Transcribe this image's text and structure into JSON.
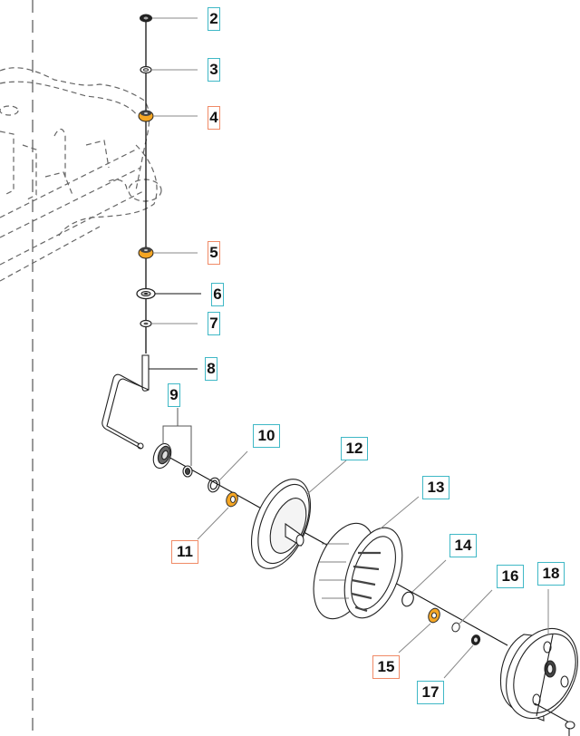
{
  "diagram": {
    "title": "Wheel assembly exploded parts view",
    "colors": {
      "callout_border_standard": "#3fb8c6",
      "callout_border_highlight": "#f08a66",
      "highlight_part_fill": "#f5a623",
      "line": "#111111",
      "leader": "#888888",
      "reference_dashed": "#555555"
    },
    "callouts": [
      {
        "id": "2",
        "label": "2",
        "highlight": false
      },
      {
        "id": "3",
        "label": "3",
        "highlight": false
      },
      {
        "id": "4",
        "label": "4",
        "highlight": true
      },
      {
        "id": "5",
        "label": "5",
        "highlight": true
      },
      {
        "id": "6",
        "label": "6",
        "highlight": false
      },
      {
        "id": "7",
        "label": "7",
        "highlight": false
      },
      {
        "id": "8",
        "label": "8",
        "highlight": false
      },
      {
        "id": "9",
        "label": "9",
        "highlight": false
      },
      {
        "id": "10",
        "label": "10",
        "highlight": false
      },
      {
        "id": "11",
        "label": "11",
        "highlight": true
      },
      {
        "id": "12",
        "label": "12",
        "highlight": false
      },
      {
        "id": "13",
        "label": "13",
        "highlight": false
      },
      {
        "id": "14",
        "label": "14",
        "highlight": false
      },
      {
        "id": "15",
        "label": "15",
        "highlight": true
      },
      {
        "id": "16",
        "label": "16",
        "highlight": false
      },
      {
        "id": "17",
        "label": "17",
        "highlight": false
      },
      {
        "id": "18",
        "label": "18",
        "highlight": false
      }
    ],
    "parts": [
      {
        "callout": "2",
        "name": "top nut"
      },
      {
        "callout": "3",
        "name": "small washer"
      },
      {
        "callout": "4",
        "name": "bearing"
      },
      {
        "callout": "5",
        "name": "bearing"
      },
      {
        "callout": "6",
        "name": "washer"
      },
      {
        "callout": "7",
        "name": "small washer"
      },
      {
        "callout": "8",
        "name": "wheel axle arm"
      },
      {
        "callout": "9",
        "name": "hub and bushing set"
      },
      {
        "callout": "10",
        "name": "spacer ring"
      },
      {
        "callout": "11",
        "name": "bearing"
      },
      {
        "callout": "12",
        "name": "wheel rim"
      },
      {
        "callout": "13",
        "name": "tire"
      },
      {
        "callout": "14",
        "name": "retaining ring"
      },
      {
        "callout": "15",
        "name": "bearing"
      },
      {
        "callout": "16",
        "name": "washer"
      },
      {
        "callout": "17",
        "name": "nut"
      },
      {
        "callout": "18",
        "name": "hub cap"
      }
    ]
  }
}
